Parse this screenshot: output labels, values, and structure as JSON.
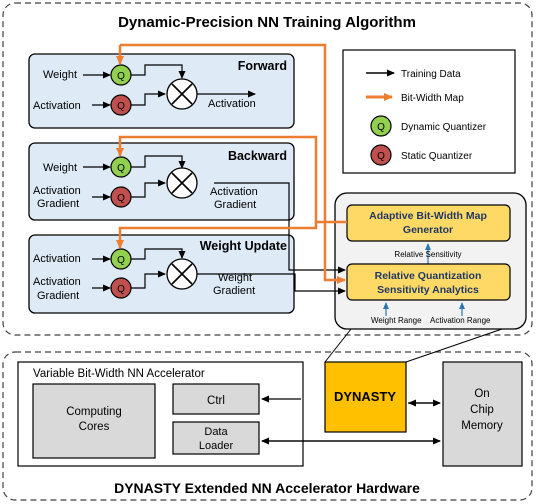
{
  "algorithm": {
    "title": "Dynamic-Precision NN Training Algorithm",
    "forward": {
      "title": "Forward",
      "input_weight": "Weight",
      "input_activation": "Activation",
      "output": "Activation"
    },
    "backward": {
      "title": "Backward",
      "input_weight": "Weight",
      "input_grad_line1": "Activation",
      "input_grad_line2": "Gradient",
      "output_line1": "Activation",
      "output_line2": "Gradient"
    },
    "weight_update": {
      "title": "Weight Update",
      "input_activation": "Activation",
      "input_grad_line1": "Activation",
      "input_grad_line2": "Gradient",
      "output_line1": "Weight",
      "output_line2": "Gradient"
    }
  },
  "legend": {
    "training_data": "Training Data",
    "bit_width_map": "Bit-Width Map",
    "dynamic_quantizer": "Dynamic Quantizer",
    "static_quantizer": "Static Quantizer"
  },
  "quantizer_label": "Q",
  "analyzer": {
    "map_generator_line1": "Adaptive Bit-Width Map",
    "map_generator_line2": "Generator",
    "relative_sensitivity": "Relative Sensitivity",
    "analytics_line1": "Relative Quantization",
    "analytics_line2": "Sensitivity Analytics",
    "weight_range": "Weight Range",
    "activation_range": "Activation Range"
  },
  "hardware": {
    "title": "DYNASTY Extended NN Accelerator Hardware",
    "accelerator_title": "Variable Bit-Width NN Accelerator",
    "computing_cores_line1": "Computing",
    "computing_cores_line2": "Cores",
    "ctrl": "Ctrl",
    "data_loader_line1": "Data",
    "data_loader_line2": "Loader",
    "dynasty": "DYNASTY",
    "memory_line1": "On",
    "memory_line2": "Chip",
    "memory_line3": "Memory"
  },
  "colors": {
    "orange": "#ED7D31",
    "panel_blue": "#DEEBF7",
    "dynamic_green": "#92D050",
    "static_red": "#C0504D",
    "yellow": "#FFD966",
    "grey_box": "#D9D9D9",
    "gold": "#FFC000",
    "light_grey": "#F2F2F2"
  }
}
